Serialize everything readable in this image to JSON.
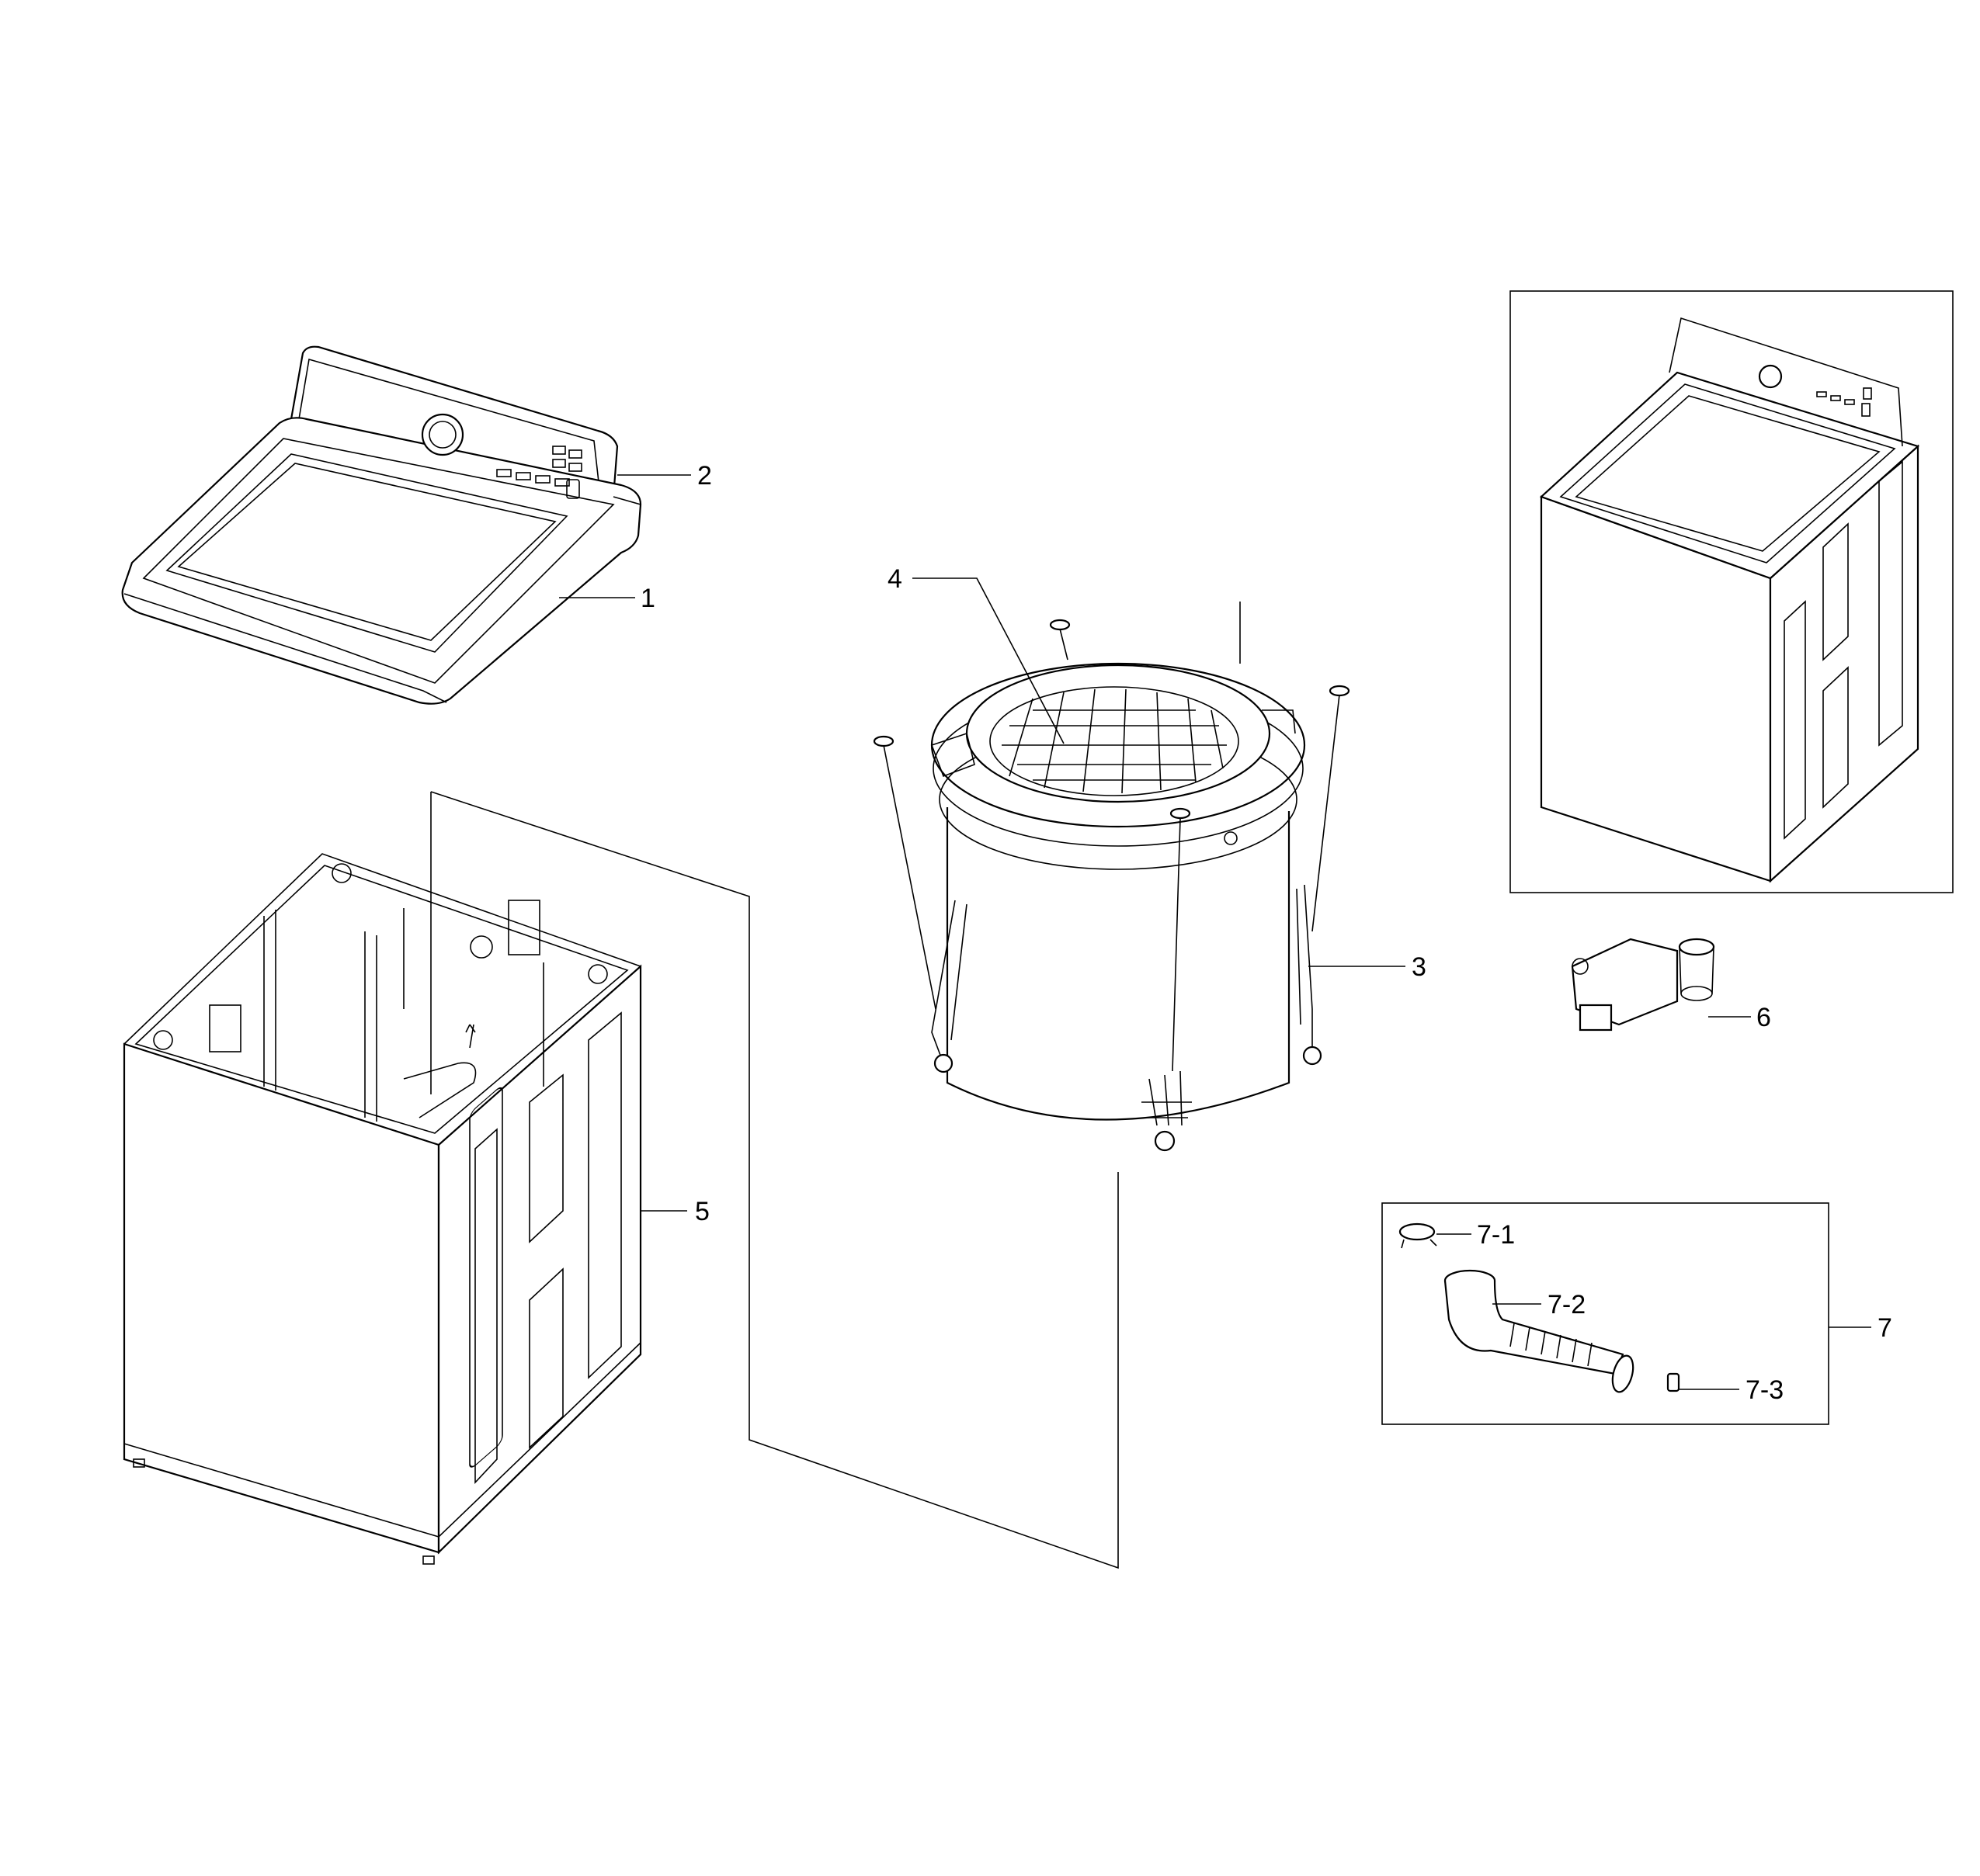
{
  "callouts": {
    "c1": "1",
    "c2": "2",
    "c3": "3",
    "c4": "4",
    "c5": "5",
    "c6": "6",
    "c7": "7",
    "c7_1": "7-1",
    "c7_2": "7-2",
    "c7_3": "7-3"
  }
}
